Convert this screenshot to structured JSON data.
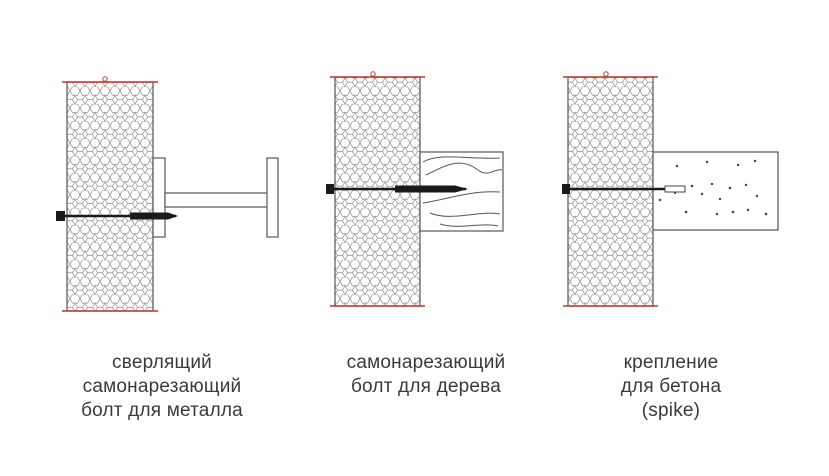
{
  "colors": {
    "panel_edge": "#c0392b",
    "line": "#555555",
    "bolt": "#1a1a1a",
    "honeycomb": "#8a8a8a",
    "caption_text": "#3a3a3a",
    "background": "#ffffff"
  },
  "icons": [
    "honeycomb-panel",
    "steel-i-beam",
    "wood-block",
    "concrete-block",
    "bolt"
  ],
  "captions": {
    "metal": [
      "сверлящий",
      "самонарезающий",
      "болт для металла"
    ],
    "wood": [
      "самонарезающий",
      "болт для дерева"
    ],
    "concrete": [
      "крепление",
      "для бетона",
      "(spike)"
    ]
  }
}
